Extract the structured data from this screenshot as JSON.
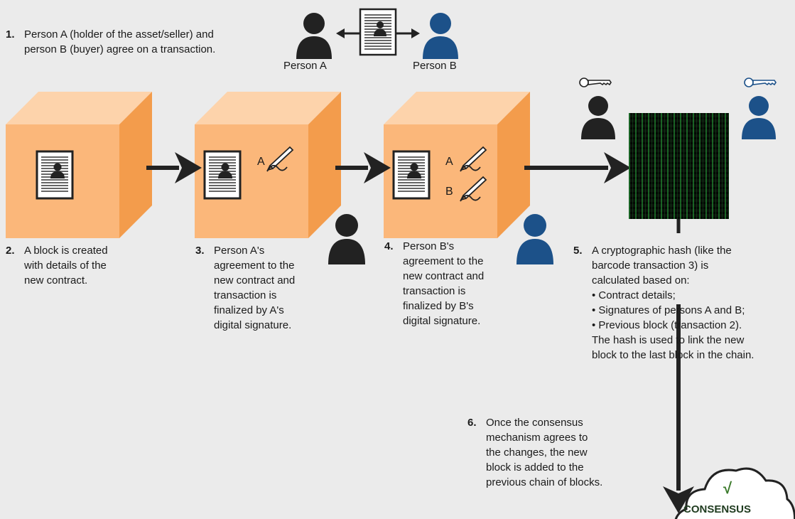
{
  "steps": [
    {
      "num": "1.",
      "text": "Person A (holder of the asset/seller) and\nperson B (buyer) agree on a transaction."
    },
    {
      "num": "2.",
      "text": "A block is created\nwith details of the\nnew contract."
    },
    {
      "num": "3.",
      "text": "Person A's\nagreement to the\nnew contract and\ntransaction is\nfinalized by A's\ndigital signature."
    },
    {
      "num": "4.",
      "text": "Person B's\nagreement to the\nnew contract and\ntransaction is\nfinalized by B's\ndigital signature."
    },
    {
      "num": "5.",
      "text": "A cryptographic hash (like the\nbarcode transaction 3) is\ncalculated based on:\n• Contract details;\n• Signatures of persons A and B;\n• Previous block (transaction 2).\nThe hash is used to link the new\nblock to the last block in the chain."
    },
    {
      "num": "6.",
      "text": "Once the consensus\nmechanism agrees to\nthe changes, the new\nblock is added to the\nprevious chain of blocks."
    }
  ],
  "persons": {
    "a": "Person A",
    "b": "Person B"
  },
  "signatures": {
    "a": "A",
    "b": "B"
  },
  "cloud": {
    "check": "√",
    "label": "CONSENSUS"
  },
  "colors": {
    "person_a": "#222222",
    "person_b": "#1c5189",
    "cube_front": "#fbb77a",
    "cube_top": "#fdd3ab",
    "cube_side": "#f39c4c",
    "arrow": "#222222"
  }
}
